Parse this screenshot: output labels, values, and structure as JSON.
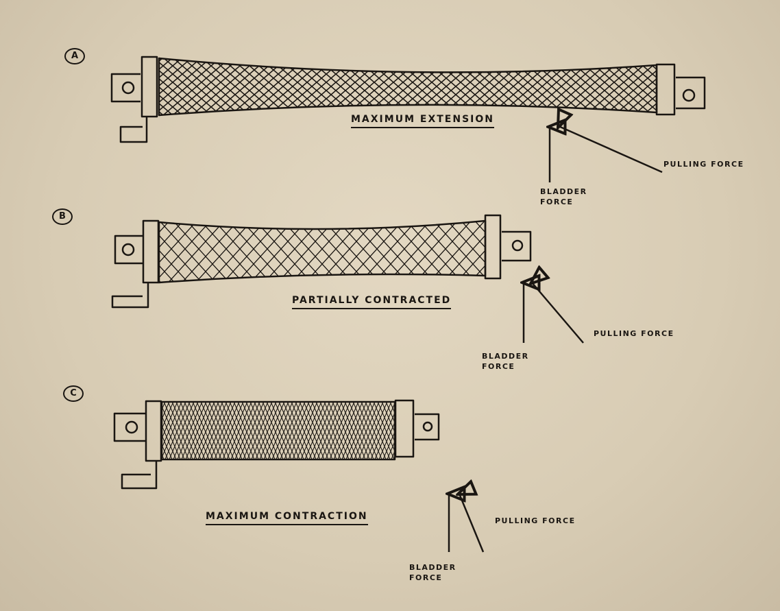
{
  "diagram": {
    "subject": "Braided pneumatic muscle actuator stages",
    "ink_color": "#1a1612",
    "paper_color": "#ddd1ba",
    "panels": [
      {
        "id": "A",
        "badge": "A",
        "caption": "Maximum Extension",
        "arrows": {
          "bladder_label_1": "Bladder",
          "bladder_label_2": "Force",
          "pulling_label": "Pulling Force"
        }
      },
      {
        "id": "B",
        "badge": "B",
        "caption": "Partially Contracted",
        "arrows": {
          "bladder_label_1": "Bladder",
          "bladder_label_2": "Force",
          "pulling_label": "Pulling Force"
        }
      },
      {
        "id": "C",
        "badge": "C",
        "caption": "Maximum Contraction",
        "arrows": {
          "bladder_label_1": "Bladder",
          "bladder_label_2": "Force",
          "pulling_label": "Pulling Force"
        }
      }
    ]
  }
}
